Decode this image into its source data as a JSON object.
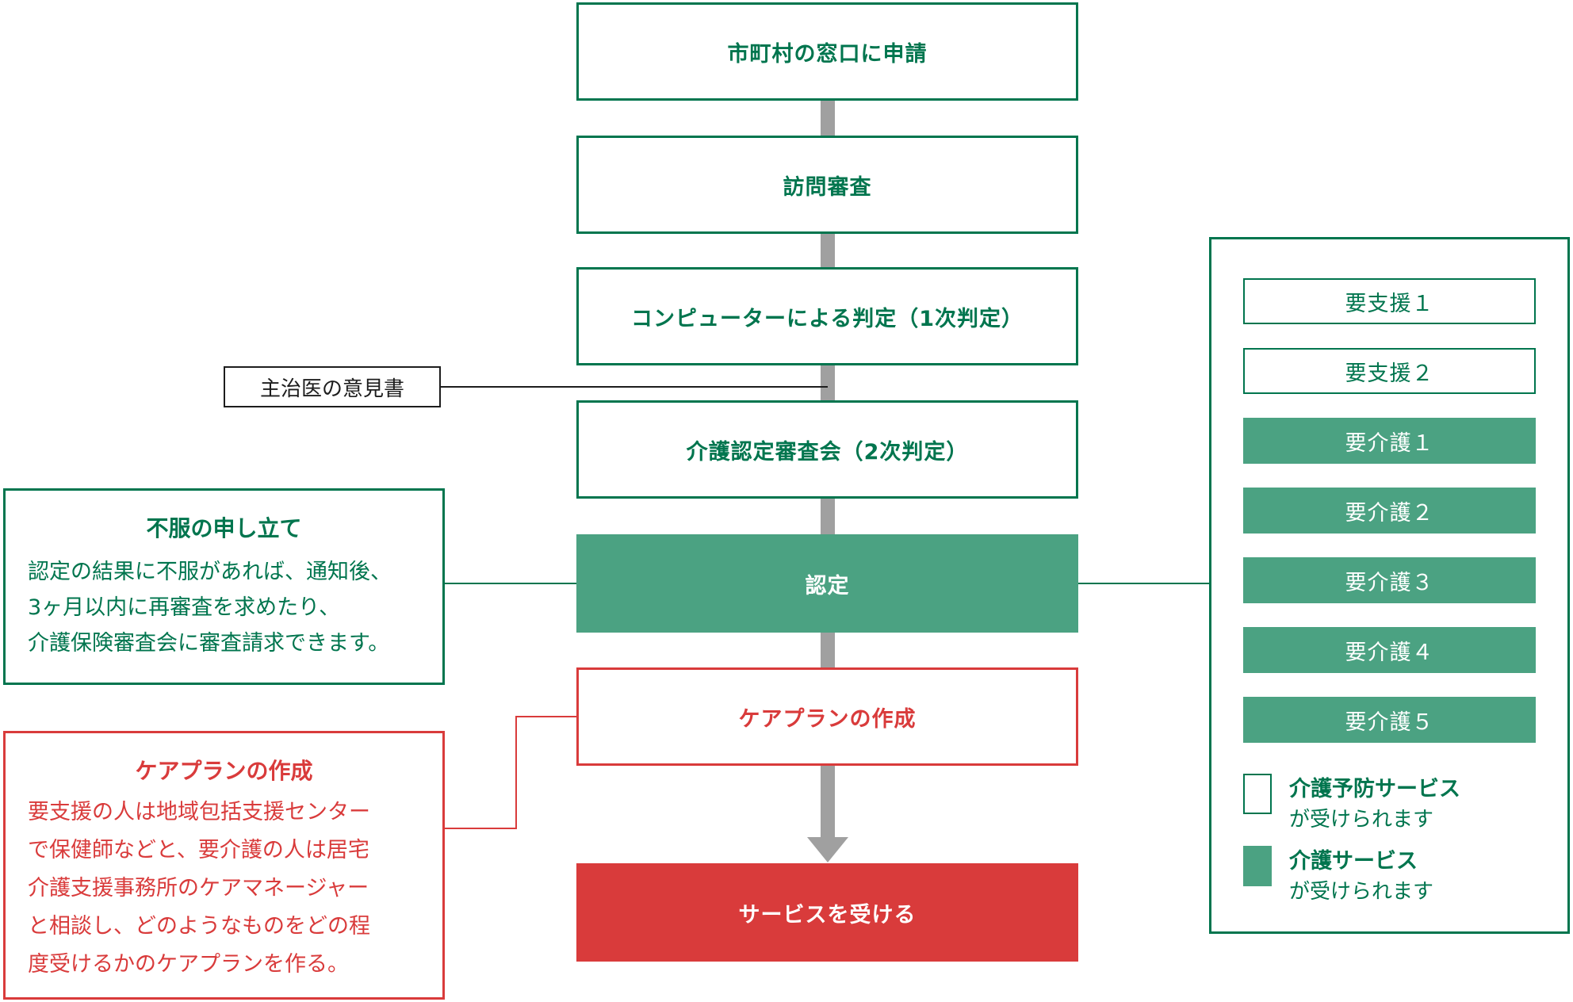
{
  "colors": {
    "green_dark": "#00754e",
    "green_fill": "#4ba282",
    "red": "#d93b3b",
    "arrow_gray": "#a0a0a0",
    "black": "#1d1d1d"
  },
  "flow": {
    "steps": [
      {
        "label": "市町村の窓口に申請"
      },
      {
        "label": "訪問審査"
      },
      {
        "label": "コンピューターによる判定（1次判定）"
      },
      {
        "label": "介護認定審査会（2次判定）"
      },
      {
        "label": "認定"
      },
      {
        "label": "ケアプランの作成"
      },
      {
        "label": "サービスを受ける"
      }
    ]
  },
  "doctor_note": {
    "label": "主治医の意見書"
  },
  "appeal_note": {
    "title": "不服の申し立て",
    "lines": [
      "認定の結果に不服があれば、通知後、",
      "3ヶ月以内に再審査を求めたり、",
      "介護保険審査会に審査請求できます。"
    ]
  },
  "care_plan_note": {
    "title": "ケアプランの作成",
    "lines": [
      "要支援の人は地域包括支援センター",
      "で保健師などと、要介護の人は居宅",
      "介護支援事務所のケアマネージャー",
      "と相談し、どのようなものをどの程",
      "度受けるかのケアプランを作る。"
    ]
  },
  "levels_panel": {
    "items": [
      {
        "label": "要支援１"
      },
      {
        "label": "要支援２"
      },
      {
        "label": "要介護１"
      },
      {
        "label": "要介護２"
      },
      {
        "label": "要介護３"
      },
      {
        "label": "要介護４"
      },
      {
        "label": "要介護５"
      }
    ],
    "legend": [
      {
        "title": "介護予防サービス",
        "subtitle": "が受けられます"
      },
      {
        "title": "介護サービス",
        "subtitle": "が受けられます"
      }
    ]
  }
}
